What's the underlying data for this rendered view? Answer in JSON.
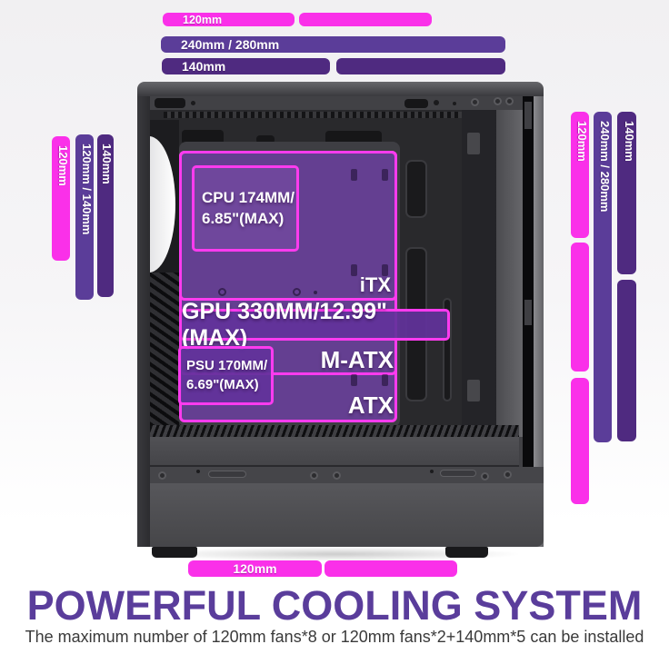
{
  "colors": {
    "fan_pink": "#fa30e9",
    "radiator_purple": "#5b3d99",
    "fan_dark_purple": "#4f2a80",
    "overlay_border_pink": "#fd3bef",
    "overlay_fill_purple": "#5d3f8a",
    "title_purple": "#5a3d9b",
    "case_gray": "#414145"
  },
  "top": {
    "row1": [
      {
        "label": "120mm"
      },
      {
        "label": ""
      }
    ],
    "row2": [
      {
        "label": "240mm / 280mm"
      }
    ],
    "row3": [
      {
        "label": "140mm"
      },
      {
        "label": ""
      }
    ]
  },
  "left": {
    "pink_label": "120mm",
    "purple_label": "120mm / 140mm",
    "dark_label": "140mm"
  },
  "right": {
    "pink_label": "120mm",
    "purple_label": "240mm / 280mm",
    "dark_label": "140mm"
  },
  "bottom": {
    "label": "120mm"
  },
  "case": {
    "cpu_line1": "CPU 174MM/",
    "cpu_line2": "6.85\"(MAX)",
    "itx_label": "iTX",
    "gpu_label": "GPU 330MM/12.99\" (MAX)",
    "matx_label": "M-ATX",
    "psu_line1": "PSU 170MM/",
    "psu_line2": "6.69\"(MAX)",
    "atx_label": "ATX"
  },
  "footer": {
    "title": "POWERFUL COOLING SYSTEM",
    "subtitle": "The maximum number of 120mm fans*8 or 120mm fans*2+140mm*5 can be installed"
  }
}
